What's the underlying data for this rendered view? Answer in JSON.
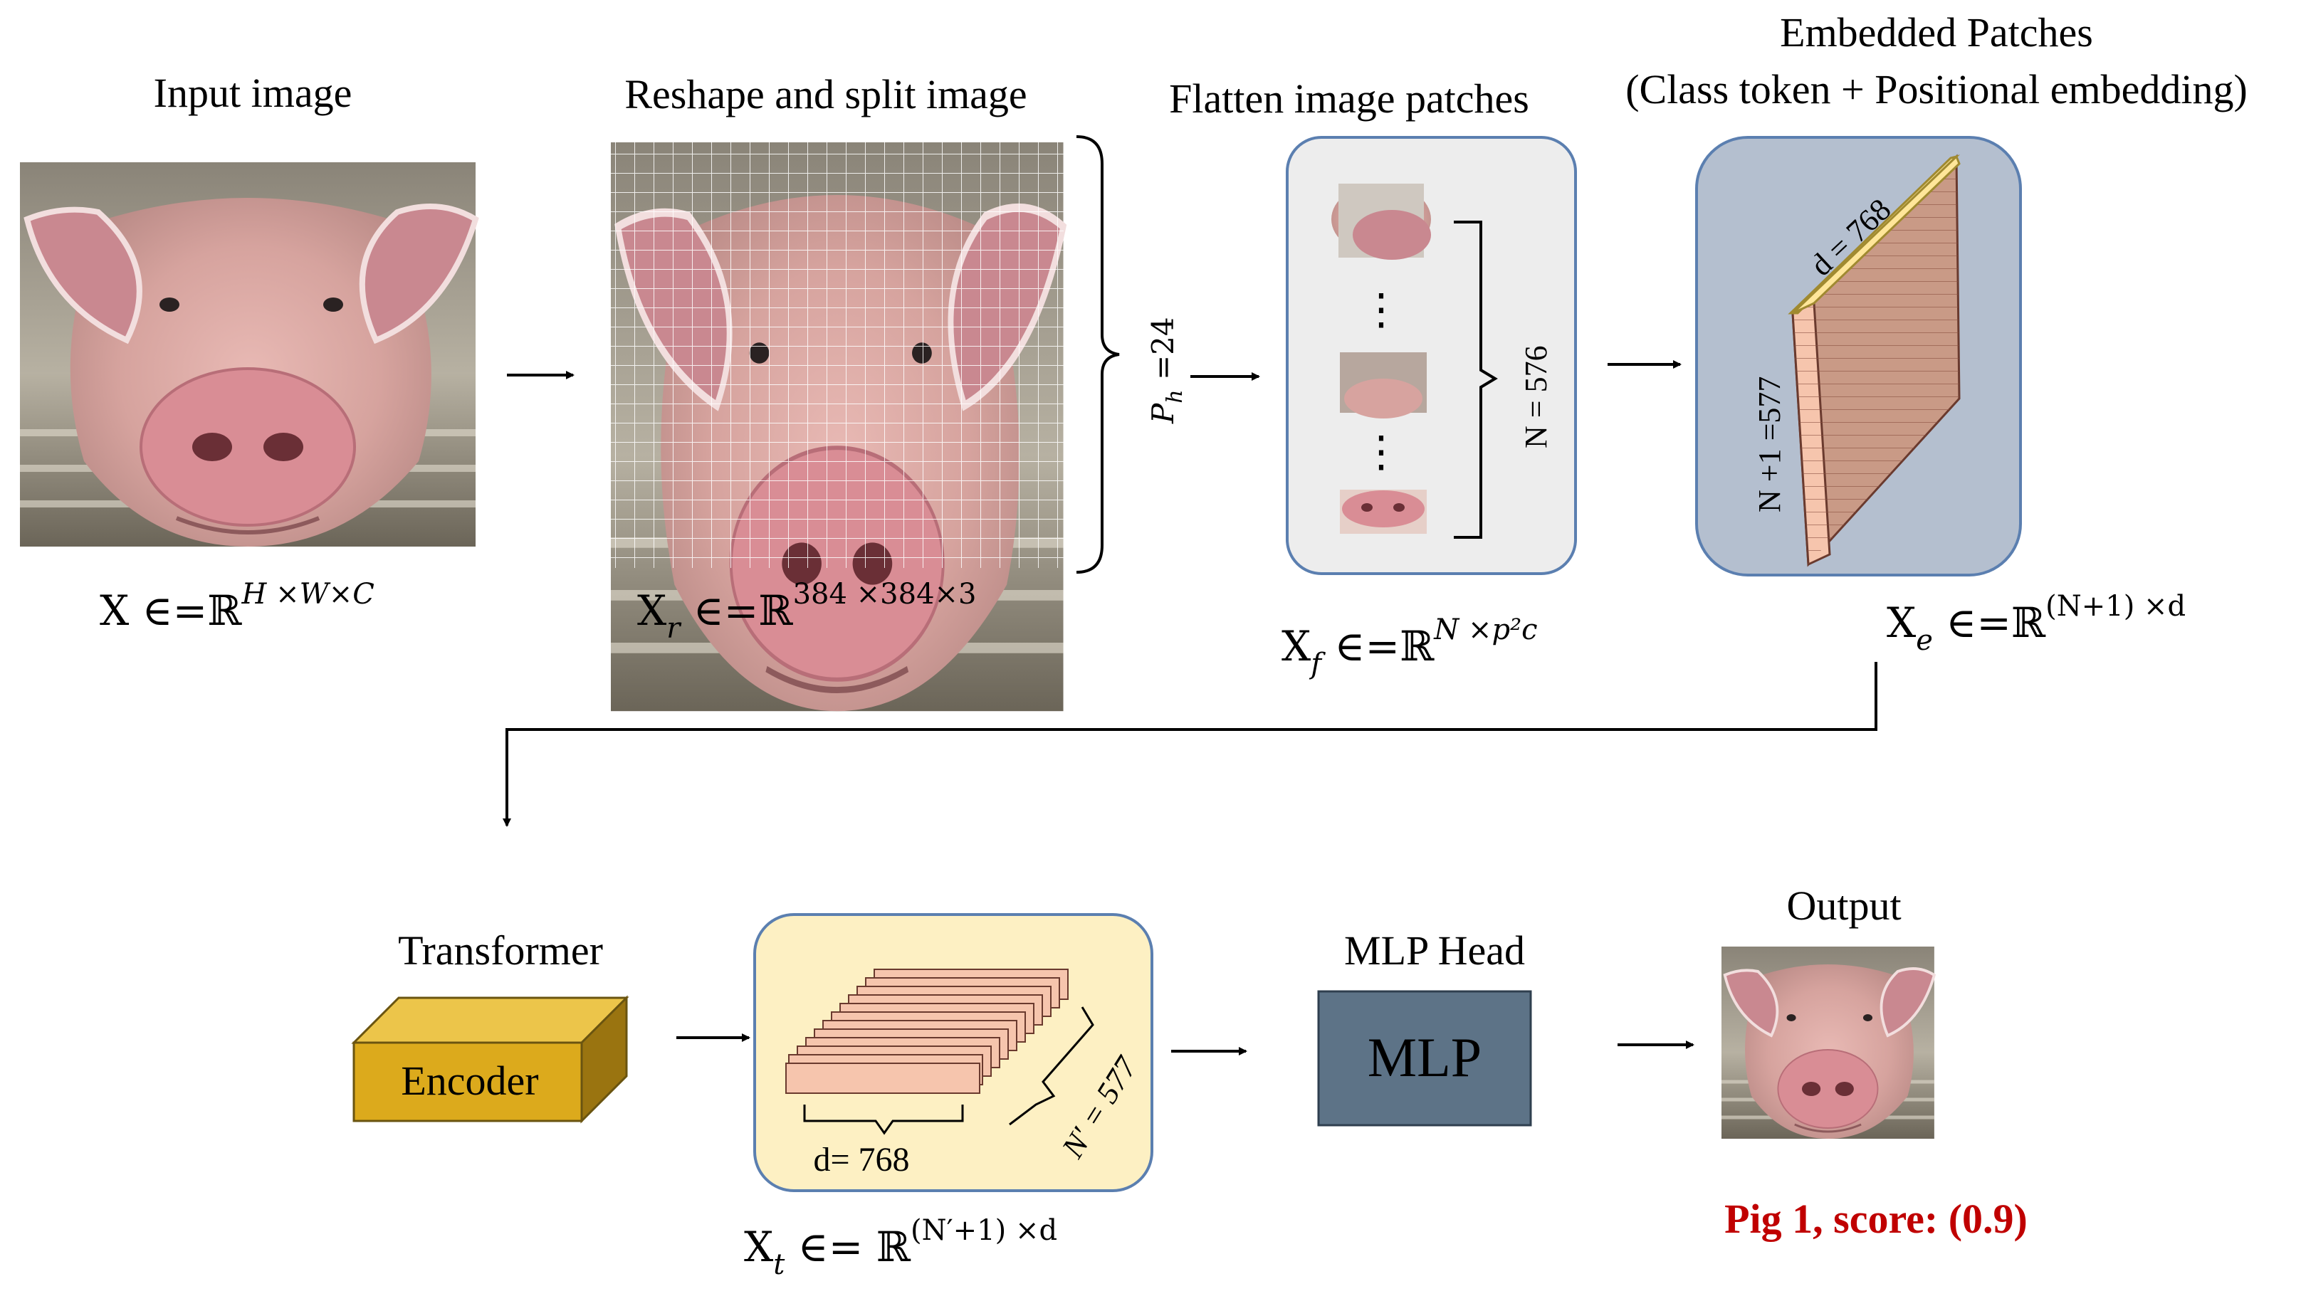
{
  "stage1": {
    "label": "Input image",
    "formula_base": "X ∈=ℝ",
    "formula_sup": "H ×W×C"
  },
  "stage2": {
    "label": "Reshape and split image",
    "formula_base": "X",
    "formula_sub": "r",
    "formula_rest": " ∈=ℝ",
    "formula_sup": "384 ×384×3",
    "patch_height": "P",
    "patch_height_sub": "h",
    "patch_height_value": " =24"
  },
  "stage3": {
    "label": "Flatten image patches",
    "count_label": "N = 576",
    "formula_base": "X",
    "formula_sub": "f",
    "formula_rest": " ∈=ℝ",
    "formula_sup": "N ×p²c",
    "ellipsis": "⋮"
  },
  "stage4": {
    "label_line1": "Embedded Patches",
    "label_line2": "(Class token + Positional embedding)",
    "dim_label": "d = 768",
    "count_label": "N +1 =577",
    "formula_base": "X",
    "formula_sub": "e",
    "formula_rest": " ∈=ℝ",
    "formula_sup": "(N+1) ×d"
  },
  "stage5": {
    "label": "Transformer",
    "block_label": "Encoder"
  },
  "stage6": {
    "dim_label": "d= 768",
    "count_label": "N′ = 577",
    "formula_base": "X",
    "formula_sub": "t",
    "formula_rest": " ∈= ℝ",
    "formula_sup": "(N′+1) ×d"
  },
  "stage7": {
    "label": "MLP Head",
    "block_label": "MLP"
  },
  "stage8": {
    "label": "Output",
    "result": "Pig 1, score: (0.9)"
  },
  "colors": {
    "result_red": "#c00000",
    "encoder_gold": "#dcaa1c",
    "mlp_slate": "#5d7387",
    "patch_pink": "#f6c5ad",
    "token_yellow": "#ffe699",
    "grey_panel": "#ededed",
    "blue_panel": "#b4bfcf",
    "cream_panel": "#fdf0c3",
    "border_blue": "#5b7fb0"
  }
}
